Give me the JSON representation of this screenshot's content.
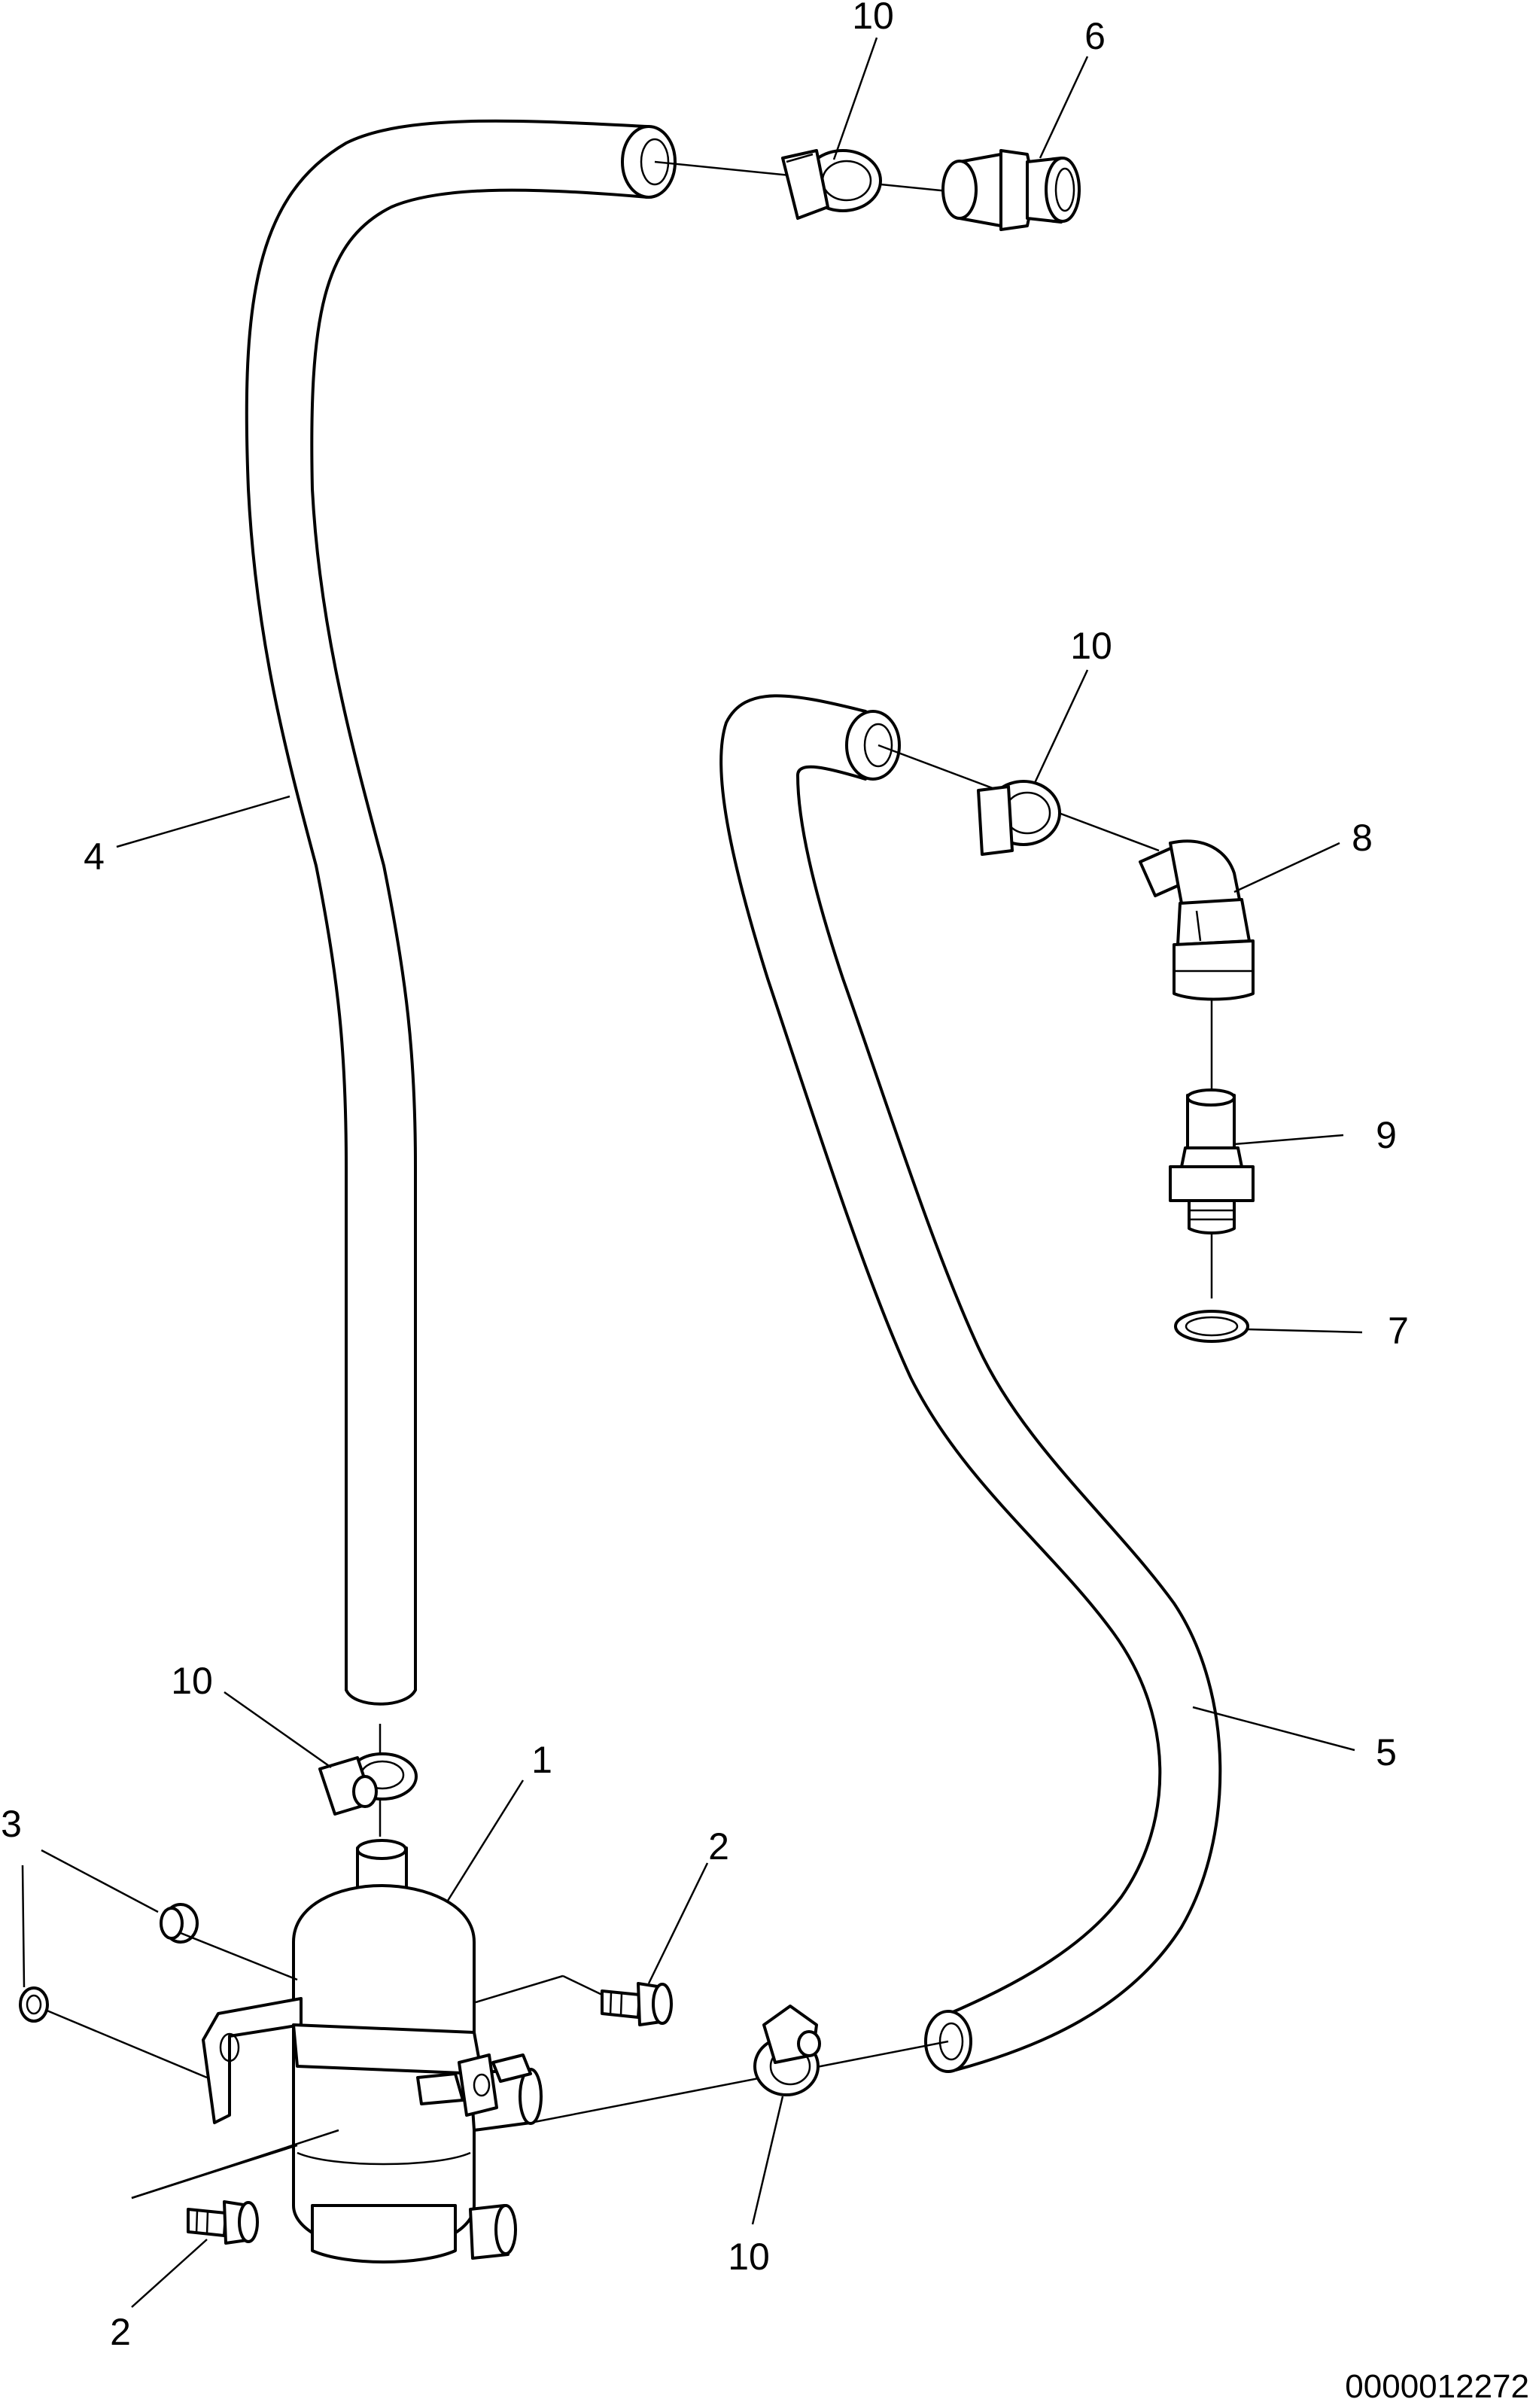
{
  "callouts": {
    "c10_top": "10",
    "c6": "6",
    "c10_mid": "10",
    "c8": "8",
    "c4": "4",
    "c9": "9",
    "c7": "7",
    "c10_left": "10",
    "c5": "5",
    "c1": "1",
    "c3": "3",
    "c2_right": "2",
    "c2_left": "2",
    "c10_bottom": "10"
  },
  "reference_number": "0000012272"
}
